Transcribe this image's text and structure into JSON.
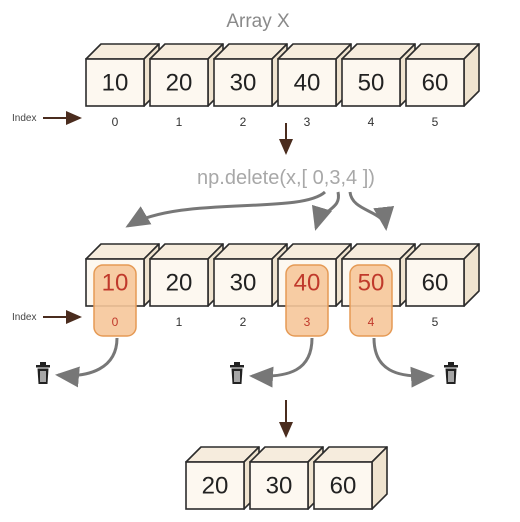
{
  "title": "Array X",
  "index_label": "Index",
  "operation": "np.delete(x,[ 0,3,4 ])",
  "original_array": {
    "values": [
      "10",
      "20",
      "30",
      "40",
      "50",
      "60"
    ],
    "indices": [
      "0",
      "1",
      "2",
      "3",
      "4",
      "5"
    ]
  },
  "marked_array": {
    "values": [
      "10",
      "20",
      "30",
      "40",
      "50",
      "60"
    ],
    "indices": [
      "0",
      "1",
      "2",
      "3",
      "4",
      "5"
    ],
    "deleted_positions": [
      0,
      3,
      4
    ]
  },
  "result_array": {
    "values": [
      "20",
      "30",
      "60"
    ]
  },
  "colors": {
    "box_face": "#fdf8f0",
    "box_top": "#f6ecdd",
    "box_side": "#efe3cf",
    "outline": "#2c2c2c",
    "highlight_fill": "#f6c79a",
    "highlight_stroke": "#e59a55",
    "deleted_text": "#c0392b",
    "operation_text": "#a8a8a8",
    "arrow": "#777777",
    "dark_arrow": "#4a2c1e"
  },
  "icons": [
    "trash-icon",
    "trash-icon",
    "trash-icon"
  ]
}
